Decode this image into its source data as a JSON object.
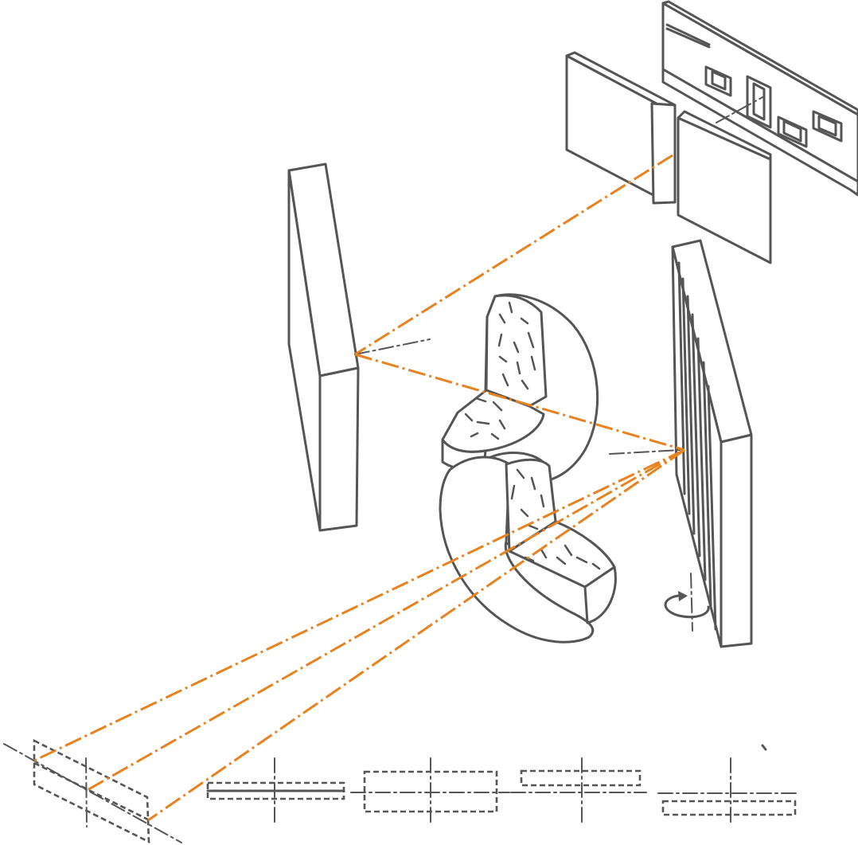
{
  "colors": {
    "beam": "#e8821e",
    "line": "#555555",
    "background": "#ffffff"
  },
  "icons": {
    "rotation": "rotation-arrow-icon"
  },
  "parts": [
    "entrance-slit-plate",
    "slit-assembly",
    "collimating-mirror",
    "prism-or-crystal-element",
    "diffraction-grating",
    "focal-plane-detector",
    "slit-image-profiles"
  ]
}
